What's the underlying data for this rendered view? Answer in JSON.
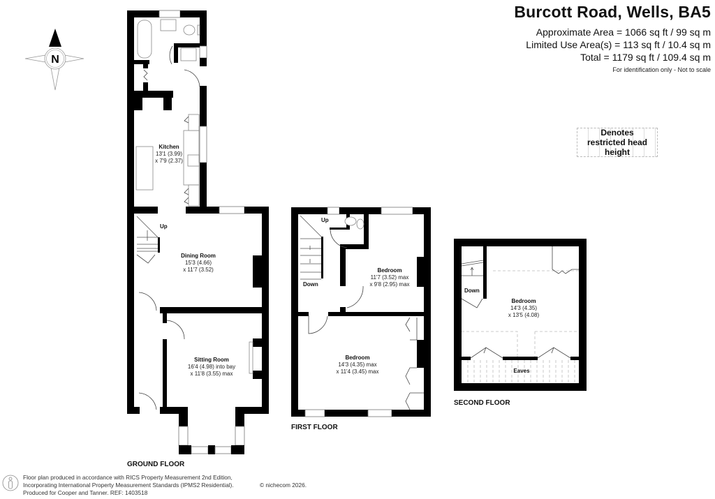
{
  "header": {
    "title": "Burcott Road, Wells, BA5",
    "approx_area": "Approximate Area = 1066 sq ft / 99 sq m",
    "limited_use_area": "Limited Use Area(s) = 113 sq ft / 10.4 sq m",
    "total_area": "Total = 1179 sq ft / 109.4 sq m",
    "disclaimer": "For identification only - Not to scale"
  },
  "legend": {
    "restricted_head_height": "Denotes restricted head height"
  },
  "compass": {
    "icon": "compass-north-icon",
    "letter": "N"
  },
  "floors": {
    "ground": {
      "label": "GROUND FLOOR",
      "rooms": {
        "kitchen": {
          "name": "Kitchen",
          "dim1": "13'1 (3.99)",
          "dim2": "x 7'9 (2.37)"
        },
        "dining": {
          "name": "Dining Room",
          "dim1": "15'3 (4.66)",
          "dim2": "x 11'7 (3.52)"
        },
        "sitting": {
          "name": "Sitting Room",
          "dim1": "16'4 (4.98) into bay",
          "dim2": "x 11'8 (3.55) max"
        }
      },
      "stairs_label": "Up"
    },
    "first": {
      "label": "FIRST FLOOR",
      "rooms": {
        "bedroom_rear": {
          "name": "Bedroom",
          "dim1": "11'7 (3.52) max",
          "dim2": "x 9'8 (2.95) max"
        },
        "bedroom_front": {
          "name": "Bedroom",
          "dim1": "14'3 (4.35) max",
          "dim2": "x 11'4 (3.45) max"
        }
      },
      "stairs_up_label": "Up",
      "stairs_down_label": "Down"
    },
    "second": {
      "label": "SECOND FLOOR",
      "rooms": {
        "bedroom": {
          "name": "Bedroom",
          "dim1": "14'3 (4.35)",
          "dim2": "x 13'5 (4.08)"
        },
        "eaves": {
          "name": "Eaves"
        }
      },
      "stairs_down_label": "Down"
    }
  },
  "footer": {
    "line1": "Floor plan produced in accordance with RICS Property Measurement 2nd Edition,",
    "line2": "Incorporating International Property Measurement Standards (IPMS2 Residential).",
    "line3": "Produced for Cooper and Tanner.   REF:  1403518",
    "copyright": "© nichecom 2026."
  }
}
